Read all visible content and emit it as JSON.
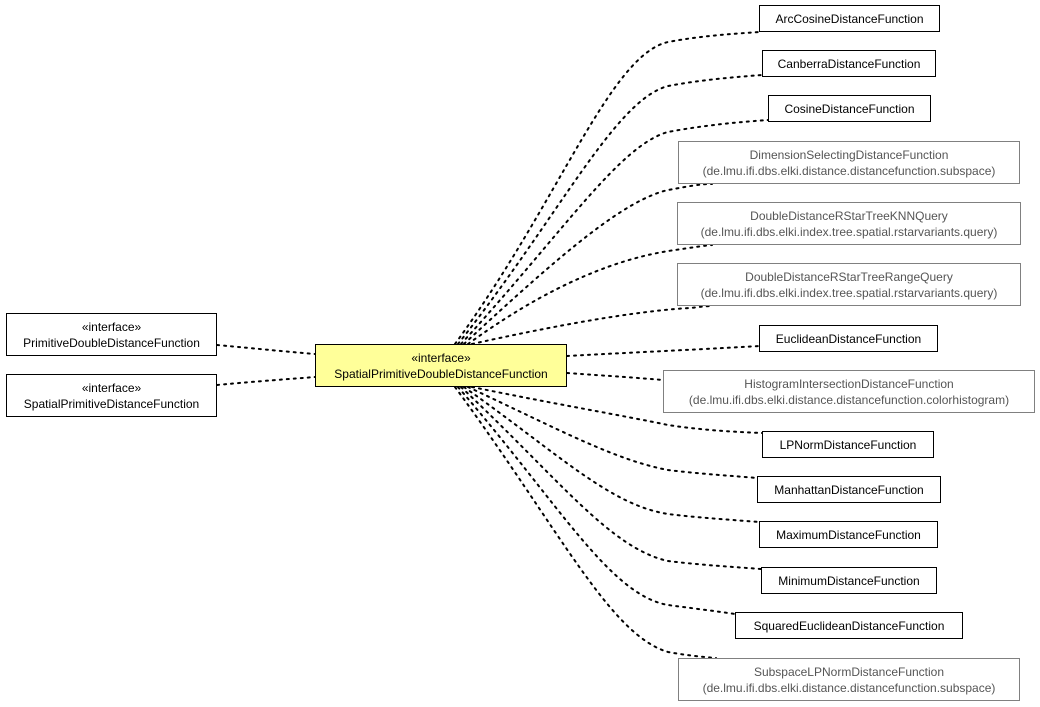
{
  "diagram": {
    "center": {
      "stereotype": "«interface»",
      "name": "SpatialPrimitiveDoubleDistanceFunction",
      "fill": "#ffff99"
    },
    "parents": [
      {
        "stereotype": "«interface»",
        "name": "PrimitiveDoubleDistanceFunction"
      },
      {
        "stereotype": "«interface»",
        "name": "SpatialPrimitiveDistanceFunction"
      }
    ],
    "children": [
      {
        "name": "ArcCosineDistanceFunction",
        "package": ""
      },
      {
        "name": "CanberraDistanceFunction",
        "package": ""
      },
      {
        "name": "CosineDistanceFunction",
        "package": ""
      },
      {
        "name": "DimensionSelectingDistanceFunction",
        "package": "(de.lmu.ifi.dbs.elki.distance.distancefunction.subspace)"
      },
      {
        "name": "DoubleDistanceRStarTreeKNNQuery",
        "package": "(de.lmu.ifi.dbs.elki.index.tree.spatial.rstarvariants.query)"
      },
      {
        "name": "DoubleDistanceRStarTreeRangeQuery",
        "package": "(de.lmu.ifi.dbs.elki.index.tree.spatial.rstarvariants.query)"
      },
      {
        "name": "EuclideanDistanceFunction",
        "package": ""
      },
      {
        "name": "HistogramIntersectionDistanceFunction",
        "package": "(de.lmu.ifi.dbs.elki.distance.distancefunction.colorhistogram)"
      },
      {
        "name": "LPNormDistanceFunction",
        "package": ""
      },
      {
        "name": "ManhattanDistanceFunction",
        "package": ""
      },
      {
        "name": "MaximumDistanceFunction",
        "package": ""
      },
      {
        "name": "MinimumDistanceFunction",
        "package": ""
      },
      {
        "name": "SquaredEuclideanDistanceFunction",
        "package": ""
      },
      {
        "name": "SubspaceLPNormDistanceFunction",
        "package": "(de.lmu.ifi.dbs.elki.distance.distancefunction.subspace)"
      }
    ]
  }
}
